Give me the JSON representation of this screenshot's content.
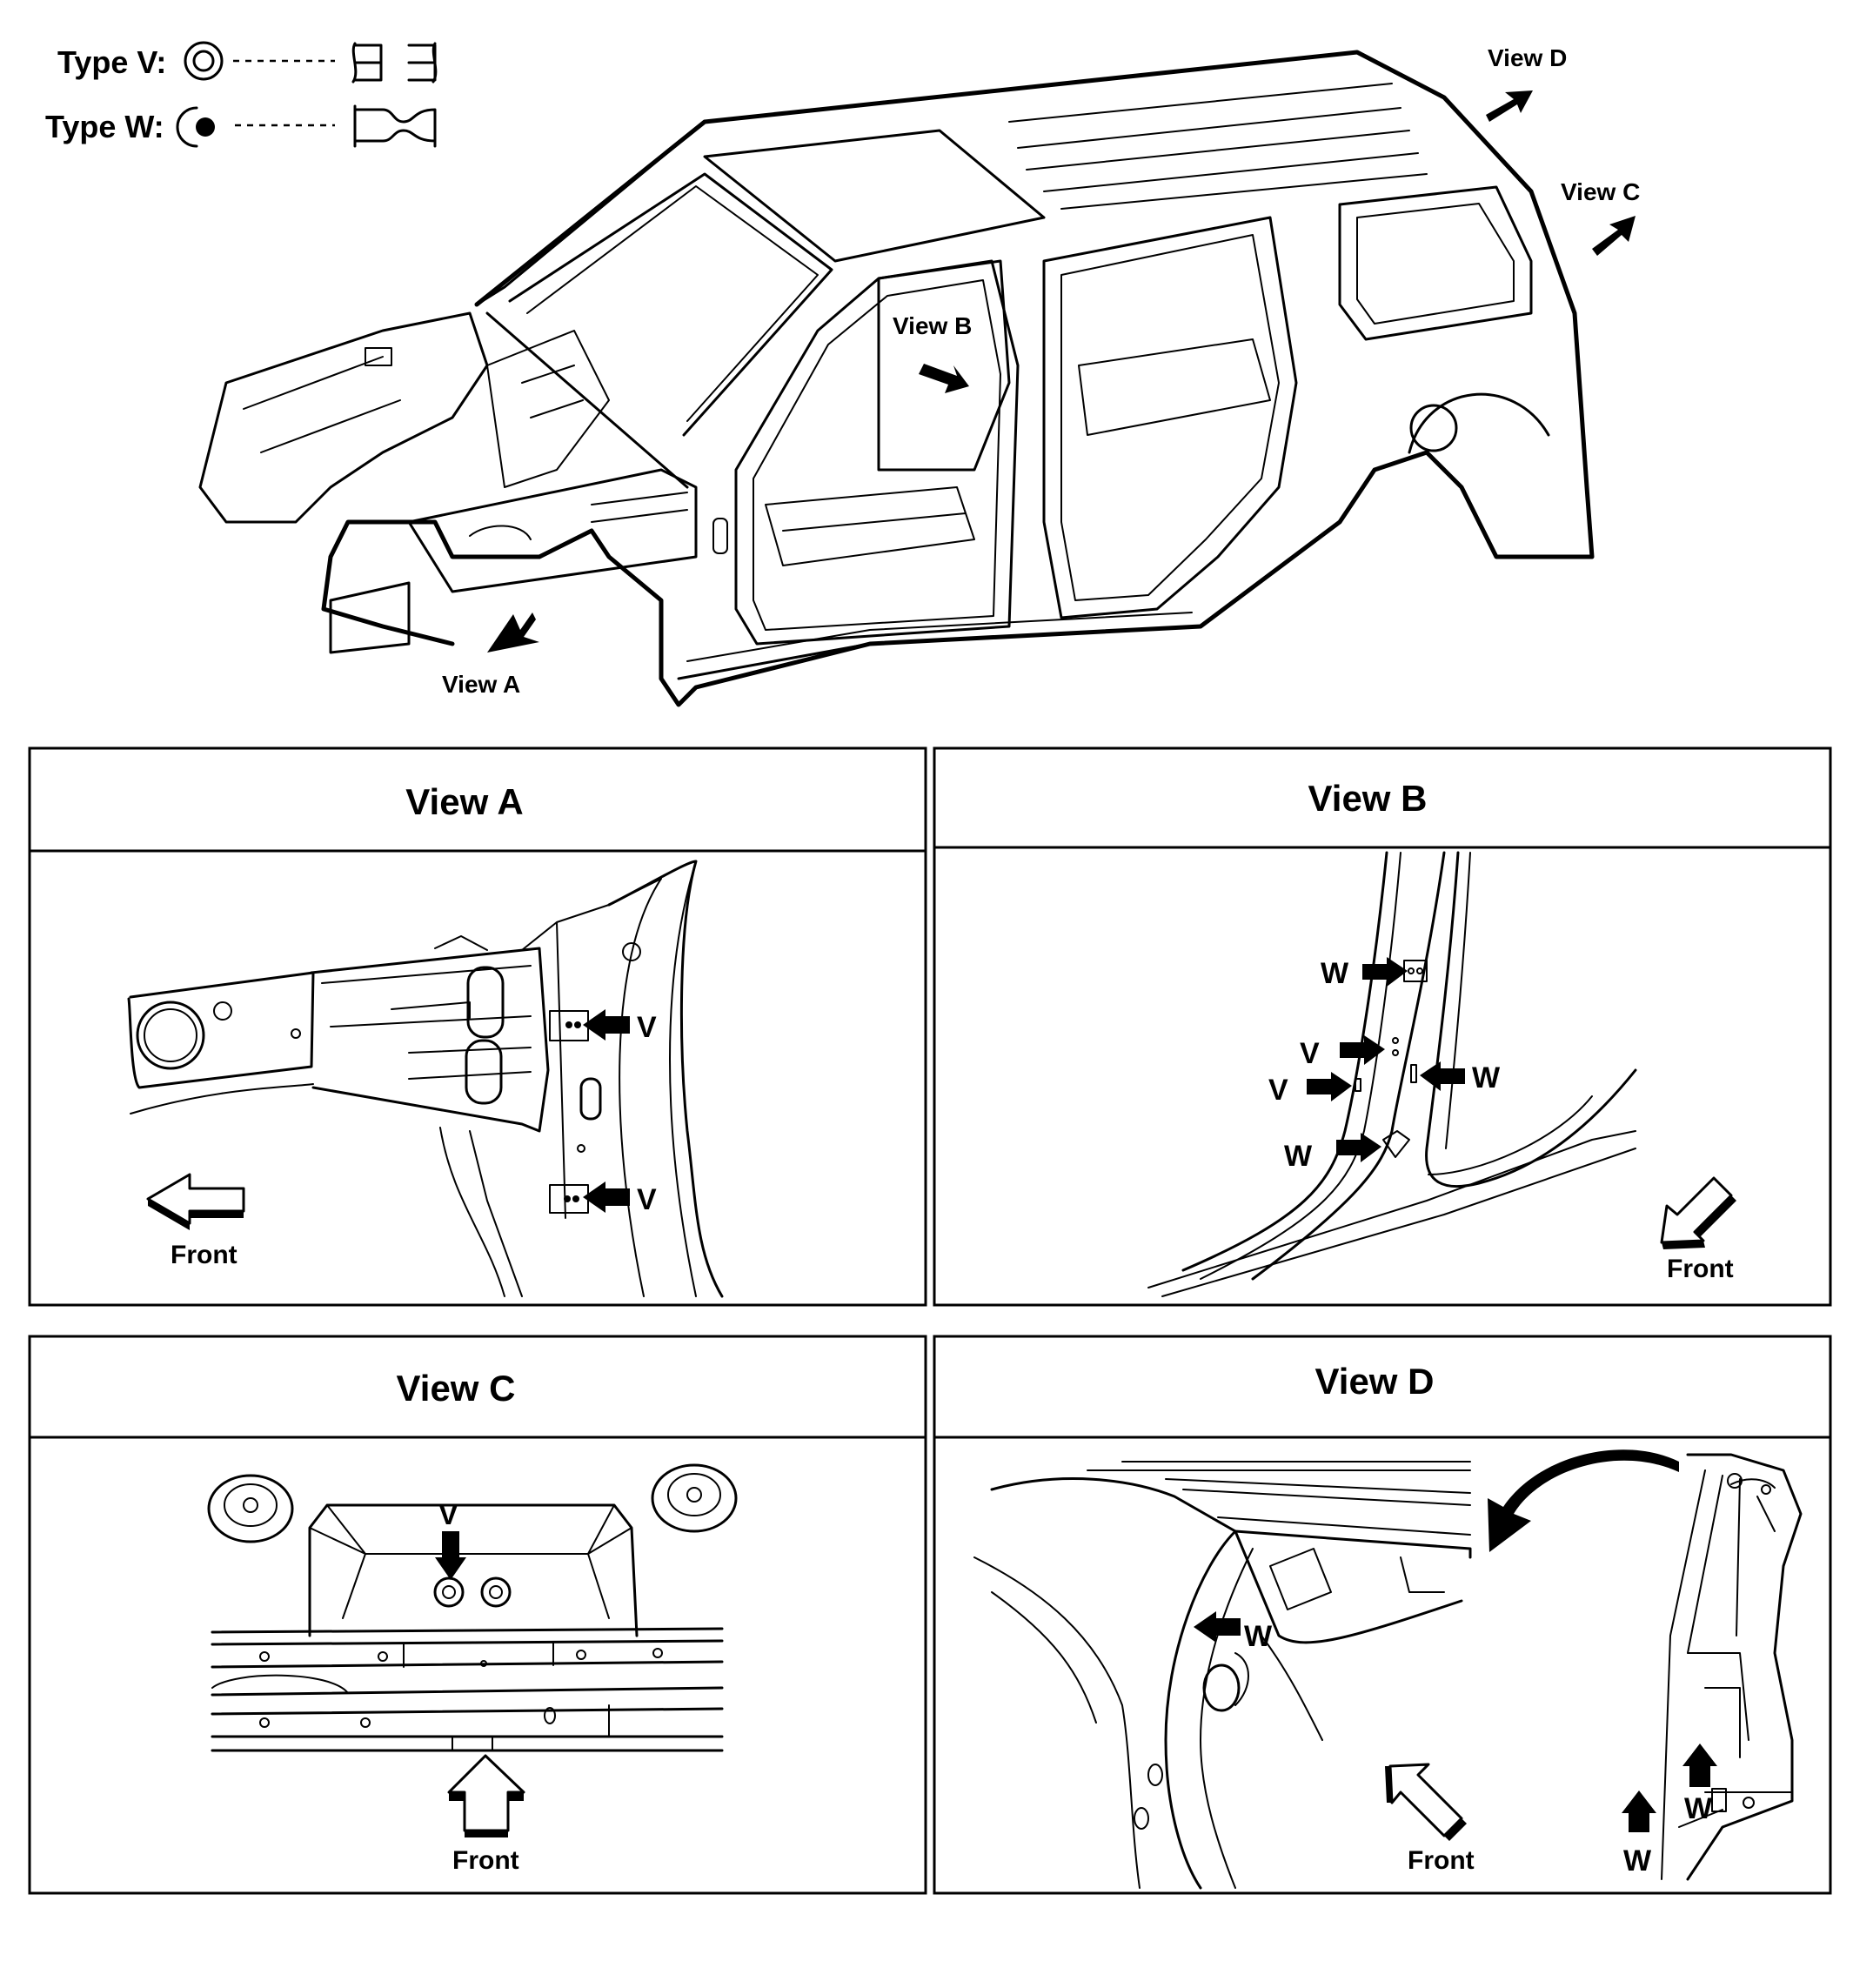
{
  "legend": {
    "type_v": "Type V:",
    "type_w": "Type W:"
  },
  "callouts": {
    "view_a": "View A",
    "view_b": "View B",
    "view_c": "View C",
    "view_d": "View D"
  },
  "panels": {
    "a": {
      "title": "View A",
      "front": "Front",
      "markers": [
        "V",
        "V"
      ]
    },
    "b": {
      "title": "View B",
      "front": "Front",
      "markers": [
        "W",
        "V",
        "V",
        "W",
        "W"
      ]
    },
    "c": {
      "title": "View C",
      "front": "Front",
      "markers": [
        "V"
      ]
    },
    "d": {
      "title": "View D",
      "front": "Front",
      "markers": [
        "W",
        "W",
        "W"
      ]
    }
  }
}
